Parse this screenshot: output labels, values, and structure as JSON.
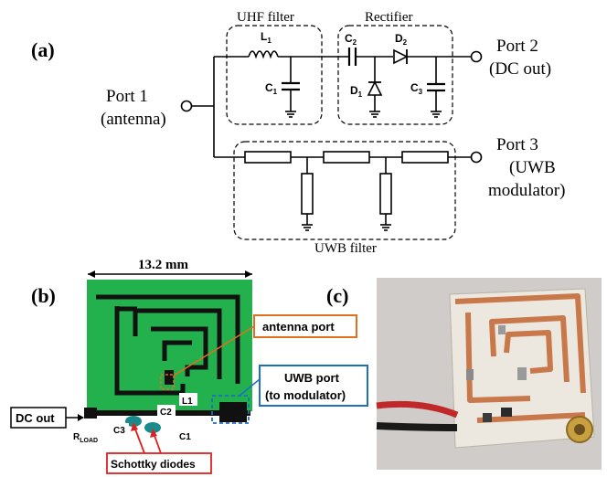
{
  "panel_a": {
    "label": "(a)",
    "port1": {
      "line1": "Port 1",
      "line2": "(antenna)"
    },
    "port2": {
      "line1": "Port 2",
      "line2": "(DC out)"
    },
    "port3": {
      "line1": "Port 3",
      "line2": "(UWB",
      "line3": "modulator)"
    },
    "uhf_filter": "UHF filter",
    "rectifier": "Rectifier",
    "uwb_filter": "UWB filter",
    "components": {
      "L1": {
        "main": "L",
        "sub": "1"
      },
      "C1": {
        "main": "C",
        "sub": "1"
      },
      "C2": {
        "main": "C",
        "sub": "2"
      },
      "D2": {
        "main": "D",
        "sub": "2"
      },
      "D1": {
        "main": "D",
        "sub": "1"
      },
      "C3": {
        "main": "C",
        "sub": "3"
      }
    }
  },
  "panel_b": {
    "label": "(b)",
    "dimension": "13.2 mm",
    "antenna_port": "antenna port",
    "uwb_port_line1": "UWB port",
    "uwb_port_line2": "(to modulator)",
    "dc_out": "DC out",
    "rload_main": "R",
    "rload_sub": "LOAD",
    "c1": "C1",
    "c2": "C2",
    "c3": "C3",
    "l1": "L1",
    "schottky": "Schottky diodes",
    "colors": {
      "pcb": "#22b14c",
      "trace": "#111111",
      "antenna_box": "#e07020",
      "uwb_box": "#1f6fc0",
      "schottky_box": "#e02020"
    }
  },
  "panel_c": {
    "label": "(c)"
  }
}
